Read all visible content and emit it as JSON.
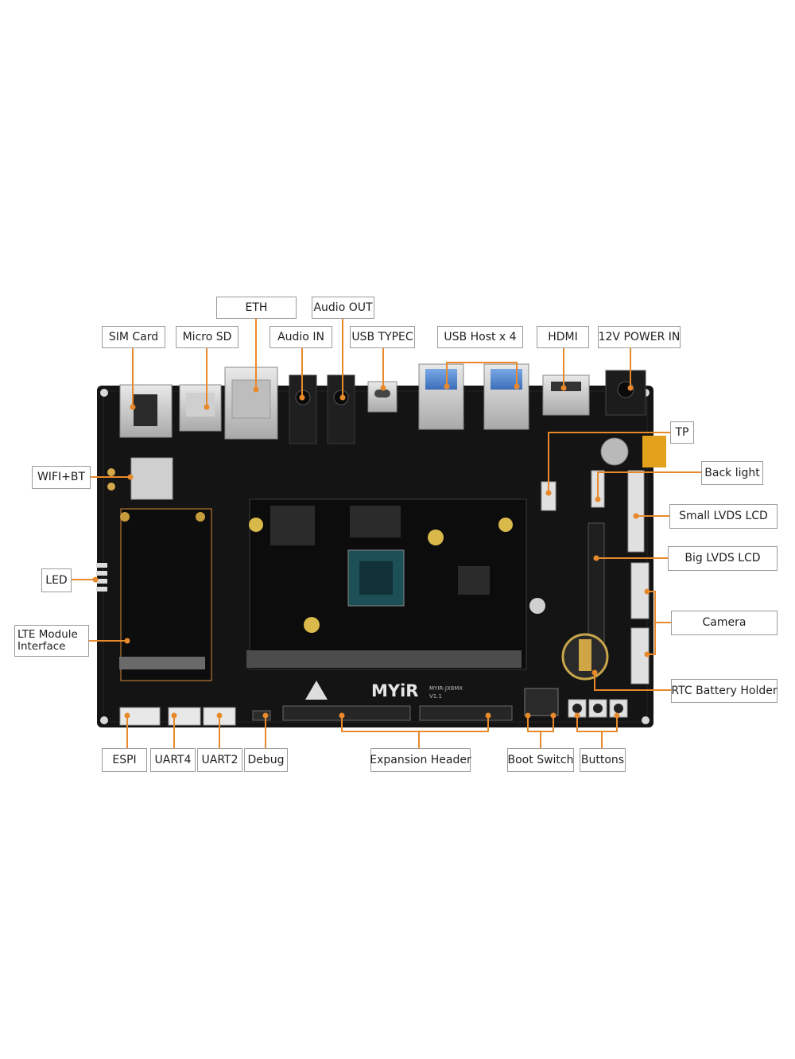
{
  "labels": {
    "eth": "ETH",
    "audio_out": "Audio OUT",
    "sim_card": "SIM Card",
    "micro_sd": "Micro SD",
    "audio_in": "Audio IN",
    "usb_typec": "USB TYPEC",
    "usb_host": "USB Host x 4",
    "hdmi": "HDMI",
    "power_in": "12V POWER IN",
    "tp": "TP",
    "back_light": "Back light",
    "small_lvds": "Small LVDS LCD",
    "big_lvds": "Big LVDS LCD",
    "camera": "Camera",
    "rtc_battery": "RTC Battery Holder",
    "wifi_bt": "WIFI+BT",
    "led": "LED",
    "lte_module": "LTE Module\nInterface",
    "espi": "ESPI",
    "uart4": "UART4",
    "uart2": "UART2",
    "debug": "Debug",
    "expansion_header": "Expansion Header",
    "boot_switch": "Boot Switch",
    "buttons": "Buttons"
  },
  "board": {
    "brand": "MYiR",
    "model": "MYIR-JX8MX",
    "version": "V1.1"
  },
  "colors": {
    "callout_line": "#e8892b",
    "pcb": "#141414",
    "label_border": "#9b9b9b"
  }
}
